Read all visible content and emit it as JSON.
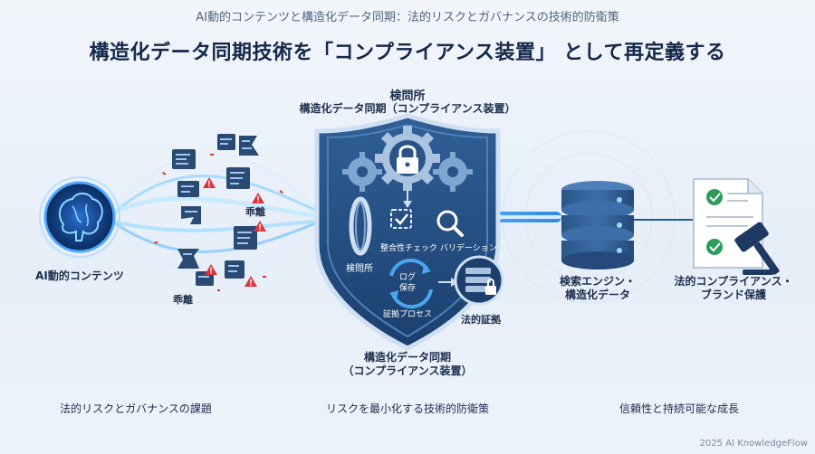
{
  "header": {
    "supertitle": "AI動的コンテンツと構造化データ同期：法的リスクとガバナンスの技術的防衛策",
    "title": "構造化データ同期技術を「コンプライアンス装置」 として再定義する"
  },
  "shield": {
    "top_title": "検問所",
    "top_subtitle": "構造化データ同期（コンプライアンス装置）",
    "check_label": "整合性チェック バリデーション",
    "gate_label": "検問所",
    "log_label_1": "ログ",
    "log_label_2": "保存",
    "process_label": "証拠プロセス",
    "evidence_label": "法的証拠",
    "bottom_title": "構造化データ同期",
    "bottom_subtitle": "（コンプライアンス装置）"
  },
  "left": {
    "ai_label": "AI動的コンテンツ",
    "deviation_label_1": "乖離",
    "deviation_label_2": "乖離"
  },
  "right": {
    "db_label_1": "検索エンジン・",
    "db_label_2": "構造化データ",
    "legal_label_1": "法的コンプライアンス・",
    "legal_label_2": "ブランド保護"
  },
  "bottom": {
    "col1": "法的リスクとガバナンスの課題",
    "col2": "リスクを最小化する技術的防衛策",
    "col3": "信頼性と持続可能な成長"
  },
  "footer": "2025 AI KnowledgeFlow",
  "colors": {
    "navy": "#1e3a63",
    "shield": "#2b5486",
    "accent_blue": "#2f8fe0",
    "glow": "#7fd1ff",
    "alert_red": "#d8343a",
    "check_green": "#2f9c5a"
  }
}
